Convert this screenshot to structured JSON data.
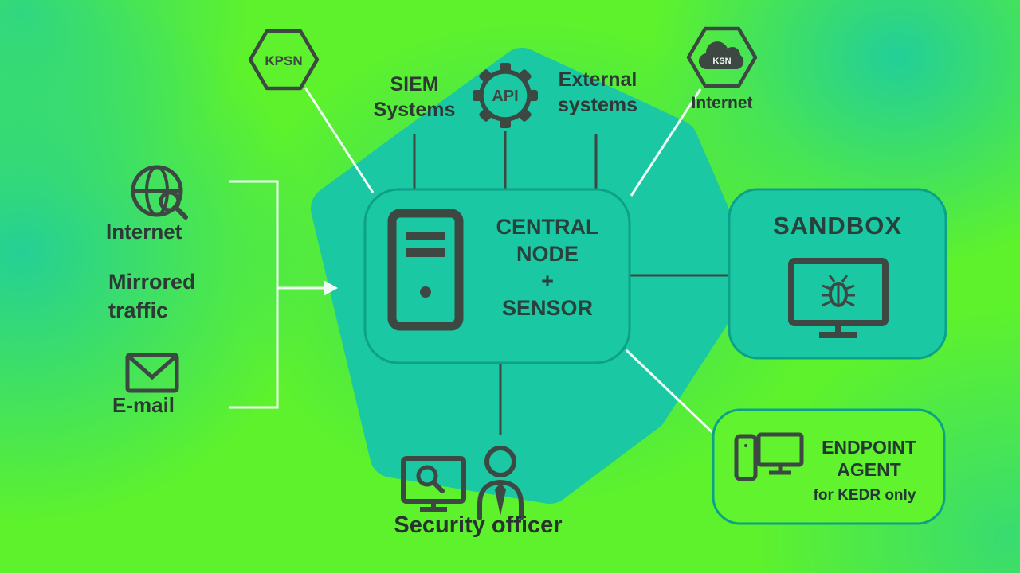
{
  "title": "Network security platform diagram",
  "colors": {
    "background_green": "#5ef22c",
    "background_teal": "#1fcd9e",
    "blob_teal": "#1ac8a3",
    "box_border_teal": "#0ca189",
    "endpoint_fill_green": "#60f32e",
    "icon_dark": "#3d4843",
    "label_dark": "#2e3834",
    "line_white": "#eefcf4"
  },
  "nodes": {
    "kpsn": {
      "label": "KPSN"
    },
    "siem": {
      "line1": "SIEM",
      "line2": "Systems"
    },
    "api": {
      "label": "API"
    },
    "external": {
      "line1": "External",
      "line2": "systems"
    },
    "ksn": {
      "label": "KSN",
      "sublabel": "Internet"
    },
    "internet": {
      "label": "Internet"
    },
    "mirrored": {
      "line1": "Mirrored",
      "line2": "traffic"
    },
    "email": {
      "label": "E-mail"
    },
    "central": {
      "line1": "CENTRAL",
      "line2": "NODE",
      "line3": "+",
      "line4": "SENSOR"
    },
    "sandbox": {
      "label": "SANDBOX"
    },
    "endpoint": {
      "line1": "ENDPOINT",
      "line2": "AGENT",
      "note": "for KEDR only"
    },
    "security": {
      "label": "Security officer"
    }
  }
}
